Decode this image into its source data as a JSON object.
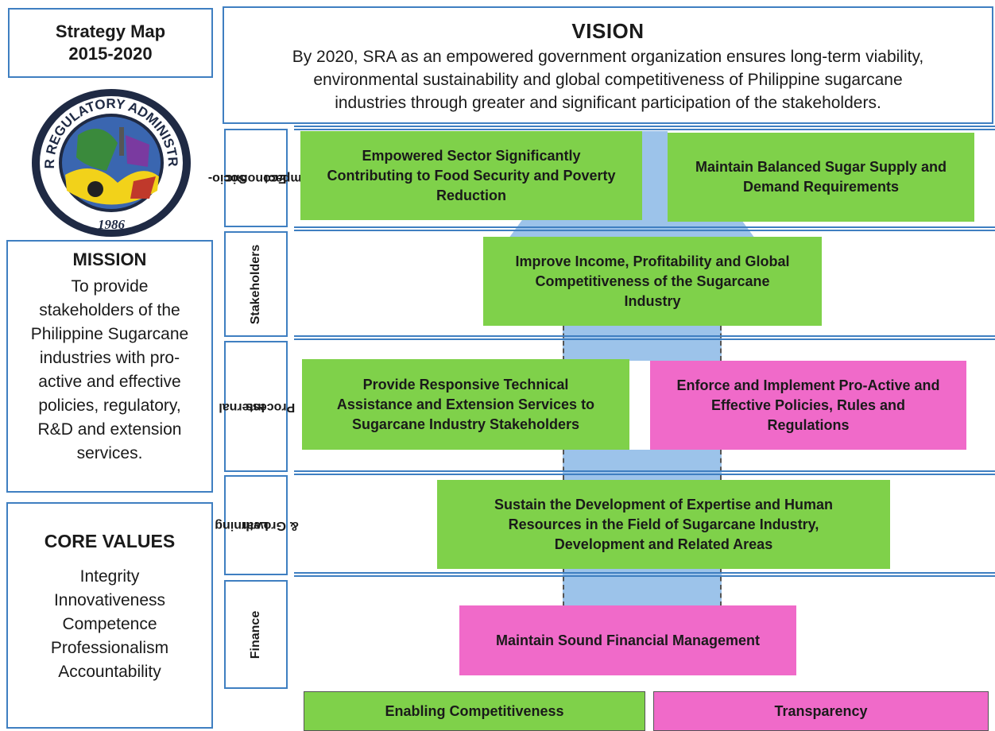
{
  "header": {
    "title_line1": "Strategy Map",
    "title_line2": "2015-2020"
  },
  "logo": {
    "top_text": "SUGAR REGULATORY ADMINISTRATION",
    "year": "1986",
    "colors": {
      "ring": "#1f2a44",
      "sky": "#3a66b0",
      "field": "#f2d21a",
      "land": "#3a8a3c",
      "accent": "#c0392b"
    }
  },
  "mission": {
    "heading": "MISSION",
    "lines": [
      "To provide",
      "stakeholders of the",
      "Philippine Sugarcane",
      "industries with pro-",
      "active and effective",
      "policies, regulatory,",
      "R&D and extension",
      "services."
    ]
  },
  "core_values": {
    "heading": "CORE VALUES",
    "items": [
      "Integrity",
      "Innovativeness",
      "Competence",
      "Professionalism",
      "Accountability"
    ]
  },
  "vision": {
    "heading": "VISION",
    "lines": [
      "By 2020, SRA as an empowered government organization ensures long-term viability,",
      "environmental sustainability and global competitiveness of Philippine sugarcane",
      "industries through greater and significant participation of the stakeholders."
    ]
  },
  "perspectives": {
    "socio": {
      "l1": "Socio-",
      "l2": "Economic",
      "l3": "Impact"
    },
    "stakeholders": {
      "l1": "Stakeholders"
    },
    "internal": {
      "l1": "Internal",
      "l2": "Process"
    },
    "learning": {
      "l1": "Learning",
      "l2": "& Growth"
    },
    "finance": {
      "l1": "Finance"
    }
  },
  "objectives": {
    "empowered": [
      "Empowered Sector Significantly",
      "Contributing to Food Security and Poverty",
      "Reduction"
    ],
    "balanced": [
      "Maintain Balanced Sugar Supply and",
      "Demand Requirements"
    ],
    "income": [
      "Improve Income, Profitability and Global",
      "Competitiveness of the Sugarcane",
      "Industry"
    ],
    "technical": [
      "Provide Responsive Technical",
      "Assistance and Extension Services to",
      "Sugarcane Industry Stakeholders"
    ],
    "enforce": [
      "Enforce and Implement Pro-Active and",
      "Effective Policies, Rules and",
      "Regulations"
    ],
    "sustain": [
      "Sustain the Development of Expertise and Human",
      "Resources in the Field of Sugarcane Industry,",
      "Development and Related Areas"
    ],
    "finance": [
      "Maintain Sound Financial Management"
    ]
  },
  "themes": {
    "left": "Enabling Competitiveness",
    "right": "Transparency"
  },
  "colors": {
    "green": "#7fd14a",
    "pink": "#f06ac9",
    "border": "#3f7fc1",
    "flow": "#9cc3ea"
  }
}
